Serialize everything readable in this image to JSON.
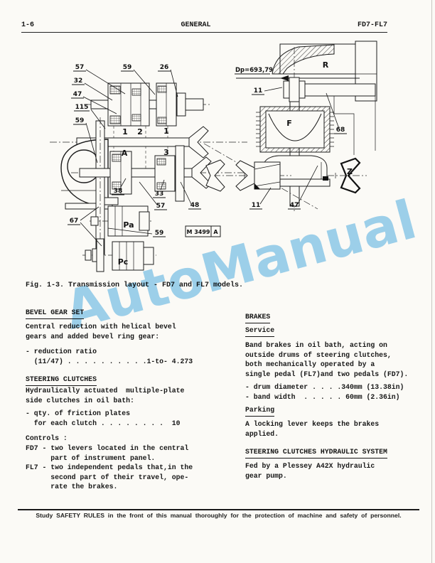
{
  "header": {
    "page_number": "1-6",
    "section_title": "GENERAL",
    "model_code": "FD7-FL7"
  },
  "watermark": {
    "text": "AutoManual",
    "color": "#84c6ee"
  },
  "figure": {
    "caption": "Fig. 1-3. Transmission layout - FD7 and FL7 models.",
    "plate": {
      "code": "M 3499",
      "revision": "A"
    },
    "dimension_note": "Dp=693,79",
    "callouts": [
      {
        "text": "57"
      },
      {
        "text": "59"
      },
      {
        "text": "26"
      },
      {
        "text": "32"
      },
      {
        "text": "47"
      },
      {
        "text": "115"
      },
      {
        "text": "59"
      },
      {
        "text": "1"
      },
      {
        "text": "2"
      },
      {
        "text": "1"
      },
      {
        "text": "A"
      },
      {
        "text": "3"
      },
      {
        "text": "38"
      },
      {
        "text": "33"
      },
      {
        "text": "57"
      },
      {
        "text": "48"
      },
      {
        "text": "67"
      },
      {
        "text": "Pa"
      },
      {
        "text": "59"
      },
      {
        "text": "Pc"
      },
      {
        "text": "R"
      },
      {
        "text": "11"
      },
      {
        "text": "F"
      },
      {
        "text": "68"
      },
      {
        "text": "11"
      },
      {
        "text": "47"
      },
      {
        "text": "Z"
      }
    ]
  },
  "left_column": {
    "bevel_heading": "BEVEL GEAR SET",
    "bevel_intro": "Central reduction with helical bevel\ngears and added bevel ring gear:",
    "bevel_spec": "- reduction ratio\n  (11/47) . . . . . . . . . .1-to- 4.273",
    "steering_heading": "STEERING CLUTCHES",
    "steering_intro": "Hydraulically actuated  multiple-plate\nside clutches in oil bath:",
    "steering_spec": "- qty. of friction plates\n  for each clutch . . . . . . . .  10",
    "controls_label": "Controls :",
    "controls_body": "FD7 - two levers located in the central\n      part of instrument panel.\nFL7 - two independent pedals that,in the\n      second part of their travel, ope-\n      rate the brakes."
  },
  "right_column": {
    "brakes_heading": "BRAKES",
    "service_heading": "Service",
    "service_body": "Band brakes in oil bath, acting on\noutside drums of steering clutches,\nboth mechanically operated by a\nsingle pedal (FL7)and two pedals (FD7).",
    "service_spec": "- drum diameter . . . .340mm (13.38in)\n- band width  . . . . . 60mm (2.36in)",
    "parking_heading": "Parking",
    "parking_body": "A locking lever keeps the brakes\napplied.",
    "hydraulic_heading": "STEERING CLUTCHES HYDRAULIC SYSTEM",
    "hydraulic_body": "Fed by a Plessey A42X hydraulic\ngear pump."
  },
  "footer": {
    "notice": "Study SAFETY RULES in the front of this manual thoroughly for the protection of machine and safety of personnel."
  }
}
